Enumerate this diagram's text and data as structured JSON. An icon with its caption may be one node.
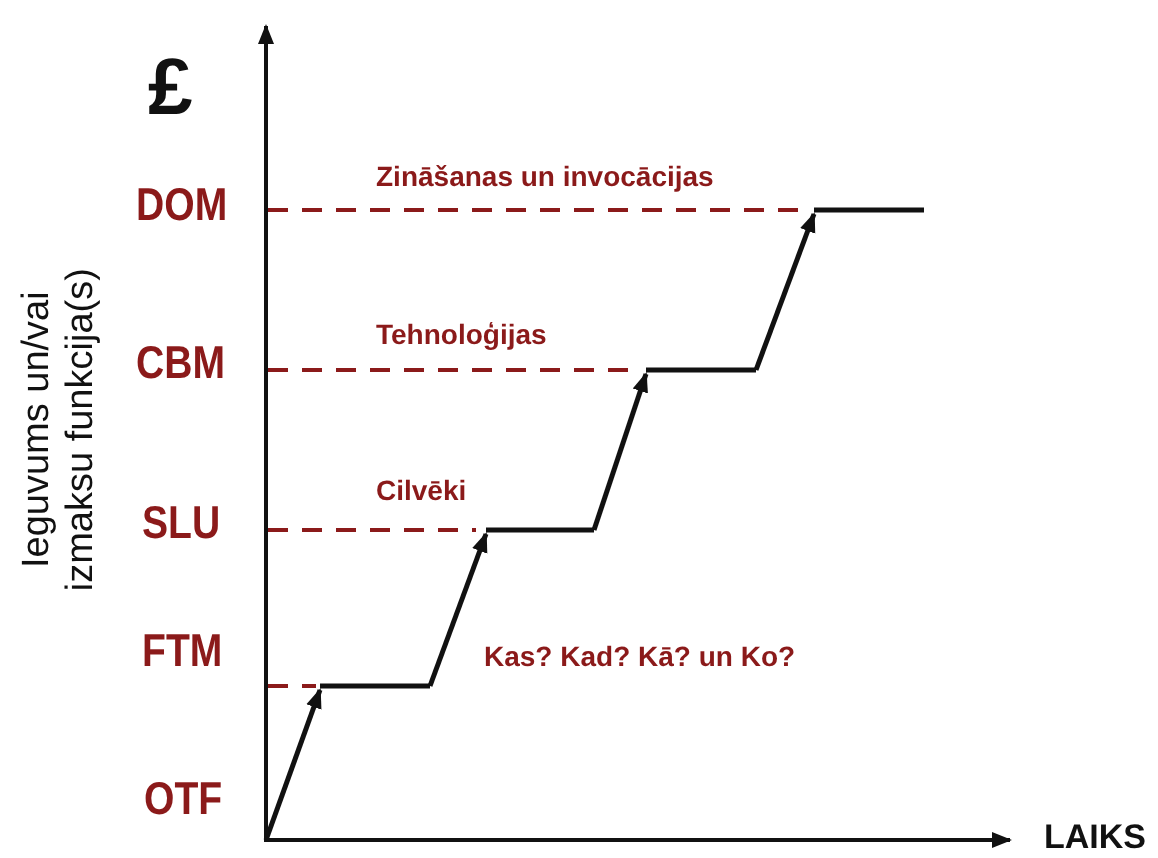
{
  "diagram": {
    "labels": [
      "£",
      "Zināšanas un invocācijas",
      "DOM",
      "Ieguvums un/vai izmaksu funkcija(s)",
      "Tehnoloģijas",
      "CBM",
      "Cilvēki",
      "SLU",
      "FTM",
      "Kas? Kad? Kā? un Ko?",
      "OTF",
      "LAIKS"
    ]
  }
}
